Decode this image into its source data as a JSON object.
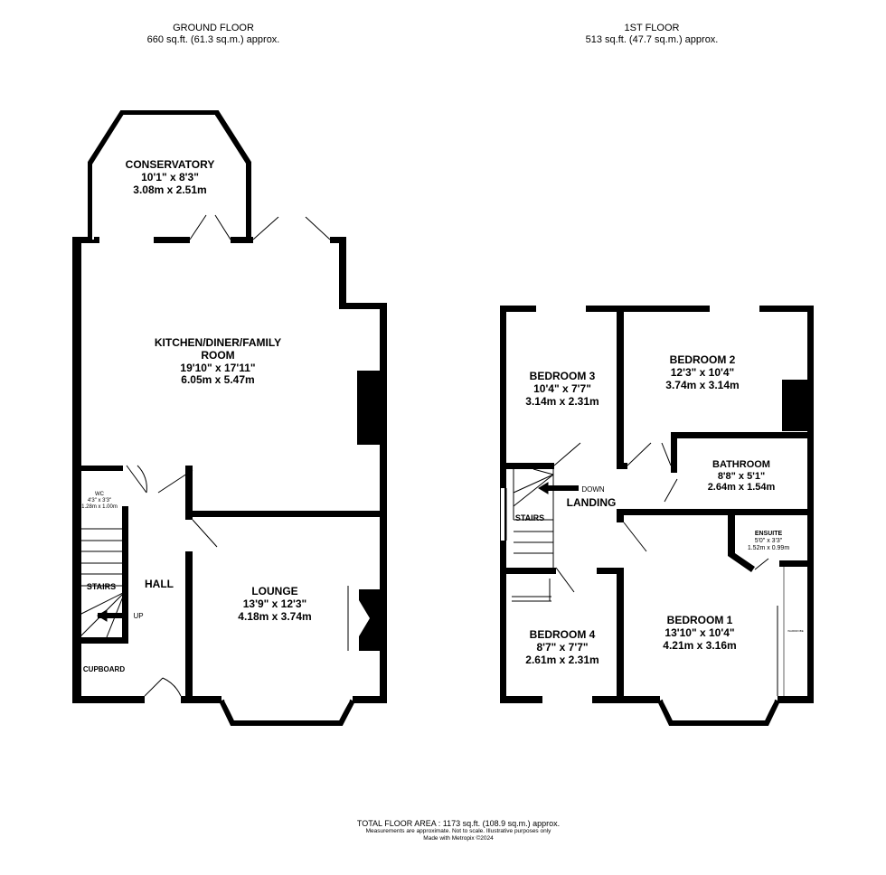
{
  "ground_floor": {
    "title": "GROUND FLOOR",
    "area": "660 sq.ft. (61.3 sq.m.) approx.",
    "rooms": {
      "conservatory": {
        "name": "CONSERVATORY",
        "imperial": "10'1\"  x 8'3\"",
        "metric": "3.08m  x 2.51m"
      },
      "kitchen": {
        "name": "KITCHEN/DINER/FAMILY ROOM",
        "imperial": "19'10\"  x 17'11\"",
        "metric": "6.05m  x 5.47m"
      },
      "lounge": {
        "name": "LOUNGE",
        "imperial": "13'9\"  x 12'3\"",
        "metric": "4.18m  x 3.74m"
      },
      "wc": {
        "name": "WC",
        "imperial": "4'3\"  x 3'3\"",
        "metric": "1.28m  x 1.00m"
      },
      "hall": {
        "name": "HALL"
      },
      "stairs": {
        "name": "STAIRS",
        "direction": "UP"
      },
      "cupboard": {
        "name": "CUPBOARD"
      }
    }
  },
  "first_floor": {
    "title": "1ST FLOOR",
    "area": "513 sq.ft. (47.7 sq.m.) approx.",
    "rooms": {
      "bedroom3": {
        "name": "BEDROOM 3",
        "imperial": "10'4\"  x 7'7\"",
        "metric": "3.14m  x 2.31m"
      },
      "bedroom2": {
        "name": "BEDROOM 2",
        "imperial": "12'3\"  x 10'4\"",
        "metric": "3.74m  x 3.14m"
      },
      "bathroom": {
        "name": "BATHROOM",
        "imperial": "8'8\"  x 5'1\"",
        "metric": "2.64m  x 1.54m"
      },
      "landing": {
        "name": "LANDING"
      },
      "stairs": {
        "name": "STAIRS",
        "direction": "DOWN"
      },
      "ensuite": {
        "name": "ENSUITE",
        "imperial": "5'0\"  x 3'3\"",
        "metric": "1.52m  x 0.99m"
      },
      "wardrobe": {
        "name": "WARDROBE"
      },
      "bedroom4": {
        "name": "BEDROOM 4",
        "imperial": "8'7\"  x 7'7\"",
        "metric": "2.61m  x 2.31m"
      },
      "bedroom1": {
        "name": "BEDROOM 1",
        "imperial": "13'10\"  x 10'4\"",
        "metric": "4.21m  x 3.16m"
      }
    }
  },
  "footer": {
    "total": "TOTAL FLOOR AREA : 1173 sq.ft. (108.9 sq.m.) approx.",
    "disclaimer": "Measurements are approximate.  Not to scale.  Illustrative purposes only",
    "credit": "Made with Metropix ©2024"
  }
}
